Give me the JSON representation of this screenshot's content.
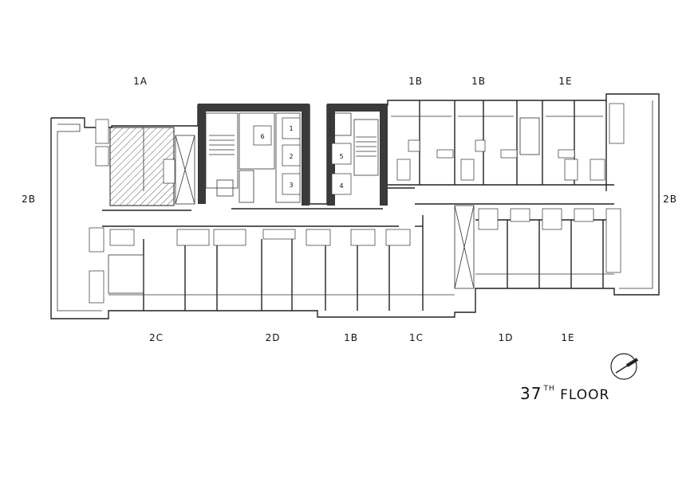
{
  "units_top": [
    "1A",
    "1B",
    "1B",
    "1E"
  ],
  "units_bottom": [
    "2C",
    "2D",
    "1B",
    "1C",
    "1D",
    "1E"
  ],
  "units_side": [
    "2B",
    "2B"
  ],
  "lifts": [
    "1",
    "2",
    "3",
    "4",
    "5",
    "6"
  ],
  "floor": {
    "number": "37",
    "suffix": "TH",
    "label": "FLOOR"
  },
  "compass_icon": "north-arrow-icon",
  "colors": {
    "line": "#222222",
    "core": "#3a3a3a",
    "background": "#ffffff"
  }
}
